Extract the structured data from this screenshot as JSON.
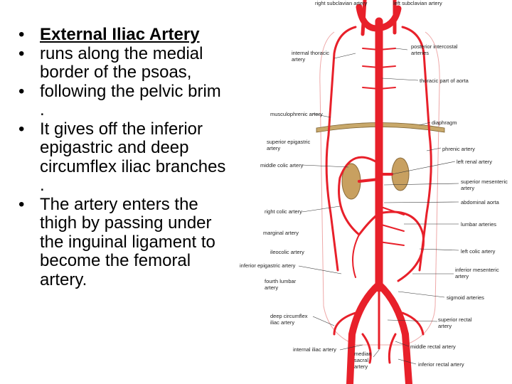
{
  "bullets": [
    {
      "text": "External Iliac Artery",
      "emphasis": "bold-underline"
    },
    {
      "text": " runs along the medial border of the psoas,"
    },
    {
      "text": " following the pelvic brim ."
    },
    {
      "text": " It gives off the inferior epigastric and deep circumflex iliac branches ."
    },
    {
      "text": "The artery enters the thigh by passing under the inguinal ligament to become the femoral artery."
    }
  ],
  "bullet_glyph": "•",
  "figure": {
    "colors": {
      "artery": "#e8202a",
      "kidney": "#c8a060",
      "diaphragm": "#c8a86a",
      "outline": "#e06060"
    },
    "labels": {
      "right_subclavian": "right subclavian artery",
      "left_subclavian": "left subclavian artery",
      "internal_thoracic": "internal thoracic artery",
      "posterior_intercostal": "posterior intercostal arteries",
      "thoracic_aorta": "thoracic part of aorta",
      "musculophrenic": "musculophrenic artery",
      "diaphragm": "diaphragm",
      "superior_epigastric": "superior epigastric artery",
      "phrenic": "phrenic artery",
      "middle_colic": "middle colic artery",
      "left_renal": "left renal artery",
      "superior_mesenteric": "superior mesenteric artery",
      "abdominal_aorta": "abdominal aorta",
      "right_colic": "right colic artery",
      "lumbar": "lumbar arteries",
      "marginal": "marginal artery",
      "ileocolic": "ileocolic artery",
      "left_colic": "left colic artery",
      "inferior_epigastric": "inferior epigastric artery",
      "inferior_mesenteric": "inferior mesenteric artery",
      "fourth_lumbar": "fourth lumbar artery",
      "sigmoid": "sigmoid arteries",
      "deep_circumflex": "deep circumflex iliac artery",
      "superior_rectal": "superior rectal artery",
      "middle_rectal": "middle rectal artery",
      "internal_iliac": "internal iliac artery",
      "median_sacral": "median sacral artery",
      "inferior_rectal": "inferior rectal artery"
    }
  }
}
